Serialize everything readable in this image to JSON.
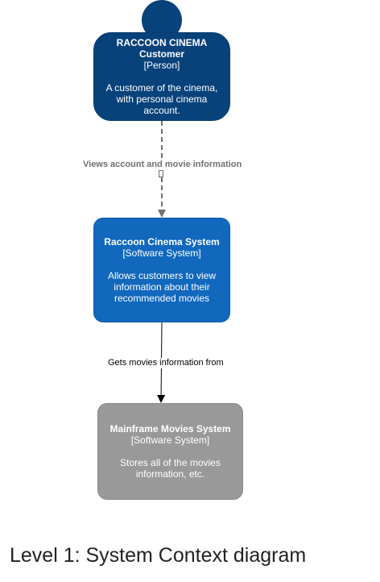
{
  "nodes": {
    "customer": {
      "title_line1": "RACCOON CINEMA",
      "title_line2": "Customer",
      "type": "[Person]",
      "description": "A customer of the cinema, with personal cinema account."
    },
    "system": {
      "title": "Raccoon Cinema System",
      "type": "[Software System]",
      "description": "Allows customers to view information about their recommended movies"
    },
    "mainframe": {
      "title": "Mainframe Movies System",
      "type": "[Software System]",
      "description": "Stores all of the movies information, etc."
    }
  },
  "edges": {
    "views": {
      "label": "Views account and movie information",
      "style": "dashed"
    },
    "gets": {
      "label": "Gets movies information from",
      "style": "solid"
    }
  },
  "caption": "Level 1: System Context diagram",
  "colors": {
    "person": "#08427b",
    "system": "#1168bd",
    "external": "#999999",
    "dashed_edge": "#707070",
    "solid_edge": "#000000"
  }
}
